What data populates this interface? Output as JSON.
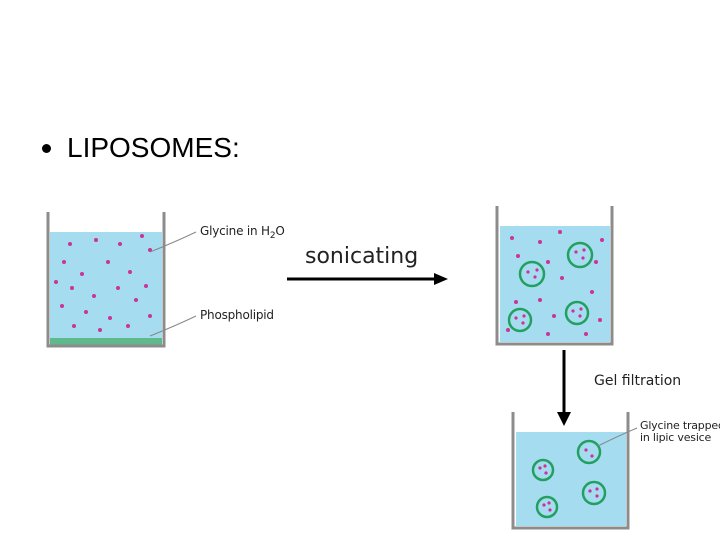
{
  "slide": {
    "bullet_text": "LIPOSOMES:"
  },
  "labels": {
    "glycine_prefix": "Glycine in H",
    "glycine_sub": "2",
    "glycine_suffix": "O",
    "phospholipid": "Phospholipid",
    "process": "sonicating",
    "gel_filtration": "Gel filtration",
    "trapped_line1": "Glycine trapped",
    "trapped_line2": "in lipic vesice"
  },
  "colors": {
    "water": "#a6dcf0",
    "beaker_wall": "#8c8c8c",
    "phospholipid_layer": "#5fb98c",
    "glycine_dot": "#cc3399",
    "vesicle_ring": "#22a060",
    "arrow": "#000000"
  }
}
